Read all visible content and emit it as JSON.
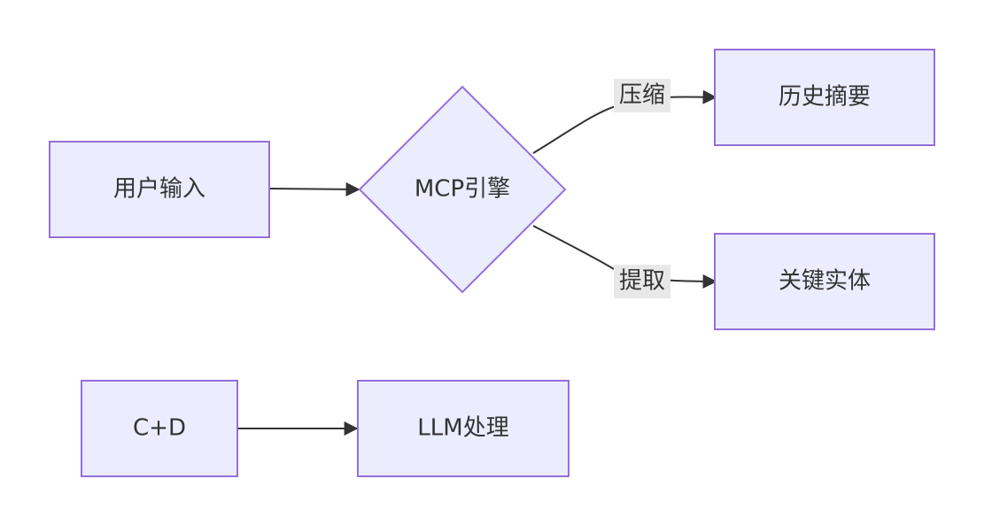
{
  "colors": {
    "node_fill": "#ececff",
    "node_stroke": "#9370db",
    "edge": "#333333",
    "label_bg": "#e8e8e8"
  },
  "nodes": {
    "user_input": "用户输入",
    "mcp_engine": "MCP引擎",
    "history_summary": "历史摘要",
    "key_entities": "关键实体",
    "c_plus_d": "C+D",
    "llm_processing": "LLM处理"
  },
  "edges": {
    "compress": "压缩",
    "extract": "提取"
  }
}
